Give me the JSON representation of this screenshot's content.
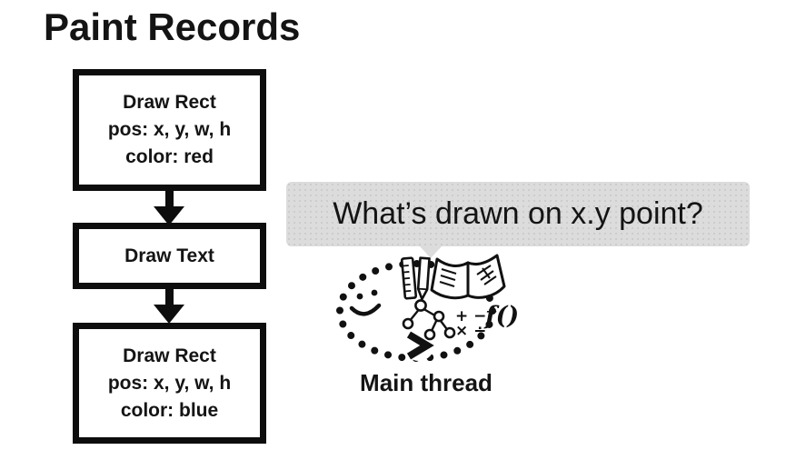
{
  "title": "Paint Records",
  "flowchart": {
    "boxes": [
      {
        "lines": [
          "Draw Rect",
          "pos: x, y, w, h",
          "color: red"
        ]
      },
      {
        "lines": [
          "Draw Text"
        ]
      },
      {
        "lines": [
          "Draw Rect",
          "pos: x, y, w, h",
          "color: blue"
        ]
      }
    ]
  },
  "bubble": {
    "text": "What’s drawn on x.y point?"
  },
  "doodle": {
    "label": "Main thread",
    "math_row1": "+ −",
    "math_row2": "× ÷",
    "function_text": "f()"
  },
  "colors": {
    "bubble_bg": "#dcdcdc",
    "ink": "#111111",
    "background": "#ffffff"
  }
}
